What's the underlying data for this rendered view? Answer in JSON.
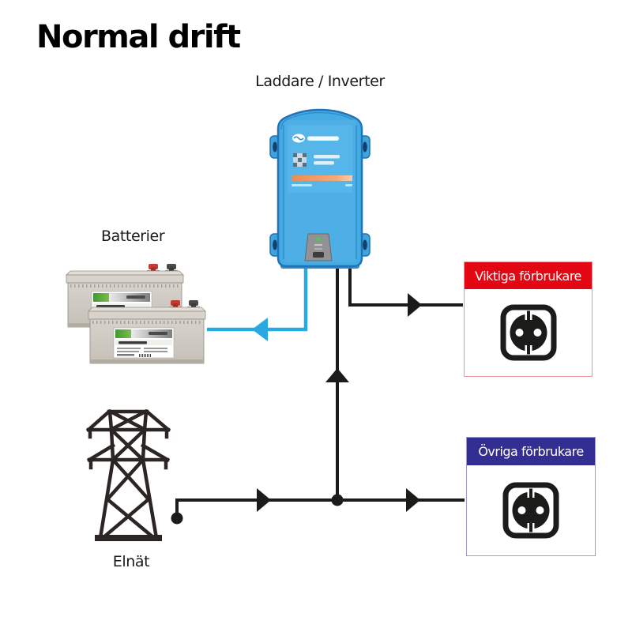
{
  "title": "Normal drift",
  "component_labels": {
    "inverter": "Laddare / Inverter",
    "batteries": "Batterier",
    "grid": "Elnät"
  },
  "consumer_boxes": {
    "critical": {
      "label": "Viktiga förbrukare",
      "header_color": "#e30613",
      "border_color": "#e8969b",
      "icon": "power-outlet-icon"
    },
    "other": {
      "label": "Övriga förbrukare",
      "header_color": "#332e91",
      "border_color": "#9c9cc8",
      "icon": "power-outlet-icon"
    }
  },
  "colors": {
    "background": "#ffffff",
    "text": "#1a1a1a",
    "wire_black": "#1b1b19",
    "wire_blue": "#29a9e1",
    "inverter_body": "#45ace3",
    "inverter_edge": "#1f73b6",
    "inverter_stripe_orange": "#ee8e57",
    "battery_body": "#d0cac1",
    "tower": "#2b2523"
  },
  "connections": [
    {
      "from": "inverter",
      "to": "batteries",
      "wire_color": "blue",
      "arrow_direction": "toward-batteries"
    },
    {
      "from": "inverter",
      "to": "critical-consumers",
      "wire_color": "black",
      "arrow_direction": "toward-critical-consumers"
    },
    {
      "from": "grid",
      "to": "inverter",
      "wire_color": "black",
      "arrow_direction": "toward-inverter"
    },
    {
      "from": "grid",
      "to": "other-consumers",
      "wire_color": "black",
      "arrow_direction": "toward-other-consumers"
    }
  ]
}
